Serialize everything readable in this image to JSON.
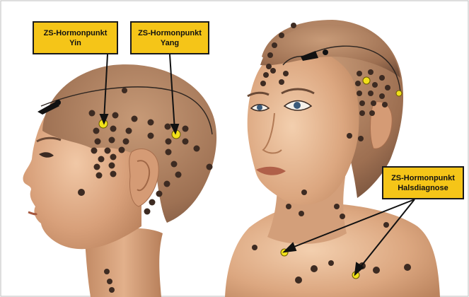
{
  "labels": {
    "yin": {
      "line1": "ZS-Hormonpunkt",
      "line2": "Yin"
    },
    "yang": {
      "line1": "ZS-Hormonpunkt",
      "line2": "Yang"
    },
    "hals": {
      "line1": "ZS-Hormonpunkt",
      "line2": "Halsdiagnose"
    }
  },
  "colors": {
    "label_bg": "#f5c518",
    "hormone_point": "#f2e11a",
    "acupoint": "#3a2a22",
    "skin": "#d9a27c",
    "hair": "#a87a5c"
  }
}
